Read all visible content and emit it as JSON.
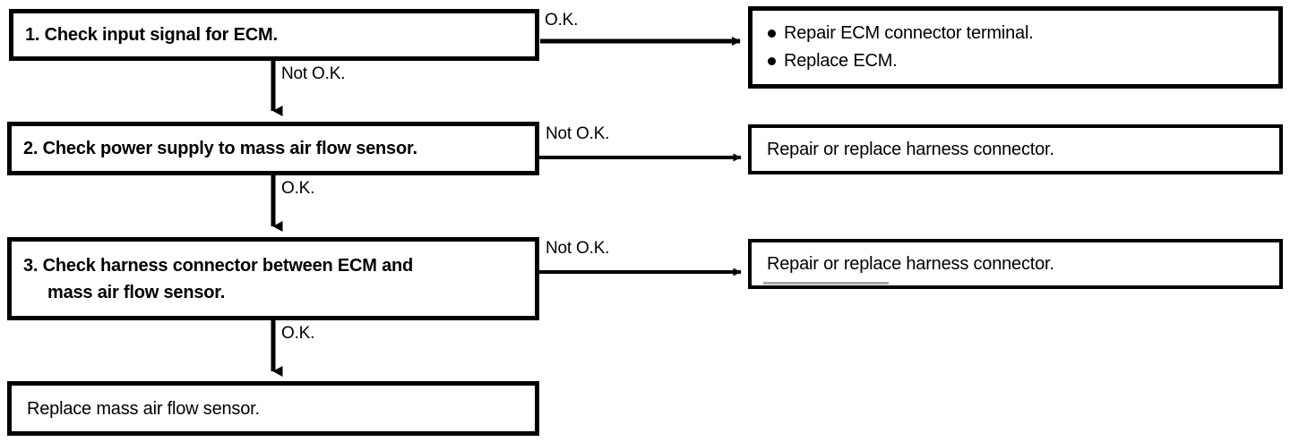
{
  "diagram": {
    "title": "Mass air flow sensor diagnostic flowchart",
    "type": "flowchart",
    "ink_color": "#000000",
    "background_color": "#ffffff"
  },
  "steps": [
    {
      "id": "step-1",
      "lines": [
        "1. Check input signal for ECM."
      ],
      "bold": true
    },
    {
      "id": "step-2",
      "lines": [
        "2. Check power supply to mass air flow sensor."
      ],
      "bold": true
    },
    {
      "id": "step-3",
      "lines": [
        "3. Check harness connector between ECM and",
        "mass air flow sensor."
      ],
      "bold": true
    },
    {
      "id": "final",
      "lines": [
        "Replace mass air flow sensor."
      ],
      "bold": false
    }
  ],
  "results": [
    {
      "id": "result-1",
      "bulleted": true,
      "lines": [
        "Repair ECM connector terminal.",
        "Replace ECM."
      ]
    },
    {
      "id": "result-2",
      "bulleted": false,
      "lines": [
        "Repair or replace harness connector."
      ]
    },
    {
      "id": "result-3",
      "bulleted": false,
      "lines": [
        "Repair or replace harness connector."
      ]
    }
  ],
  "edges": {
    "branch_right_1": "O.K.",
    "branch_down_1": "Not O.K.",
    "branch_right_2": "Not O.K.",
    "branch_down_2": "O.K.",
    "branch_right_3": "Not O.K.",
    "branch_down_3": "O.K."
  }
}
